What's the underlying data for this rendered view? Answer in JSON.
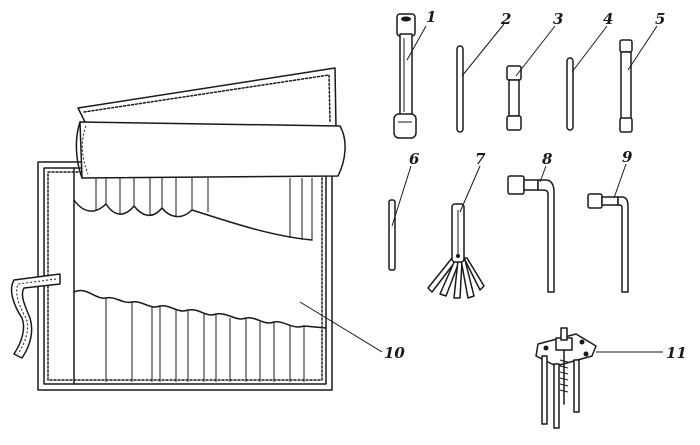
{
  "labels": {
    "l1": "1",
    "l2": "2",
    "l3": "3",
    "l4": "4",
    "l5": "5",
    "l6": "6",
    "l7": "7",
    "l8": "8",
    "l9": "9",
    "l10": "10",
    "l11": "11"
  },
  "colors": {
    "ink": "#1a1a1a",
    "paper": "#ffffff"
  }
}
